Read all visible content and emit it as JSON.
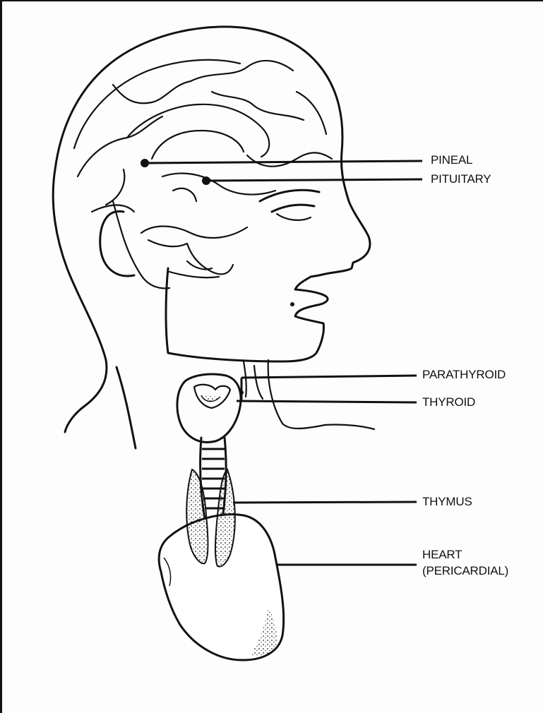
{
  "labels": {
    "pineal": "PINEAL",
    "pituitary": "PITUITARY",
    "parathyroid": "PARATHYROID",
    "thyroid": "THYROID",
    "thymus": "THYMUS",
    "heart_line1": "HEART",
    "heart_line2": "(PERICARDIAL)"
  }
}
